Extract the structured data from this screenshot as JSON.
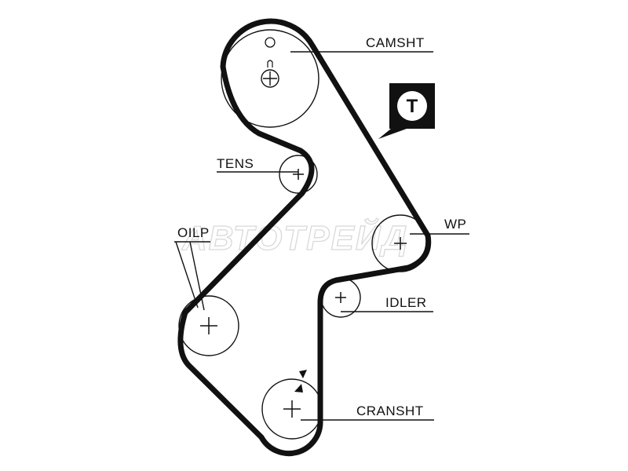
{
  "diagram": {
    "labels": {
      "camshaft": "CAMSHT",
      "tensioner": "TENS",
      "water_pump": "WP",
      "oil_pump": "OILP",
      "idler": "IDLER",
      "crankshaft": "CRANSHT"
    },
    "badge": {
      "letter": "T"
    },
    "watermark": "АВТОТРЕЙД",
    "colors": {
      "belt": "#111111",
      "line": "#111111",
      "background": "#ffffff",
      "watermark": "#d9d9d9"
    }
  }
}
